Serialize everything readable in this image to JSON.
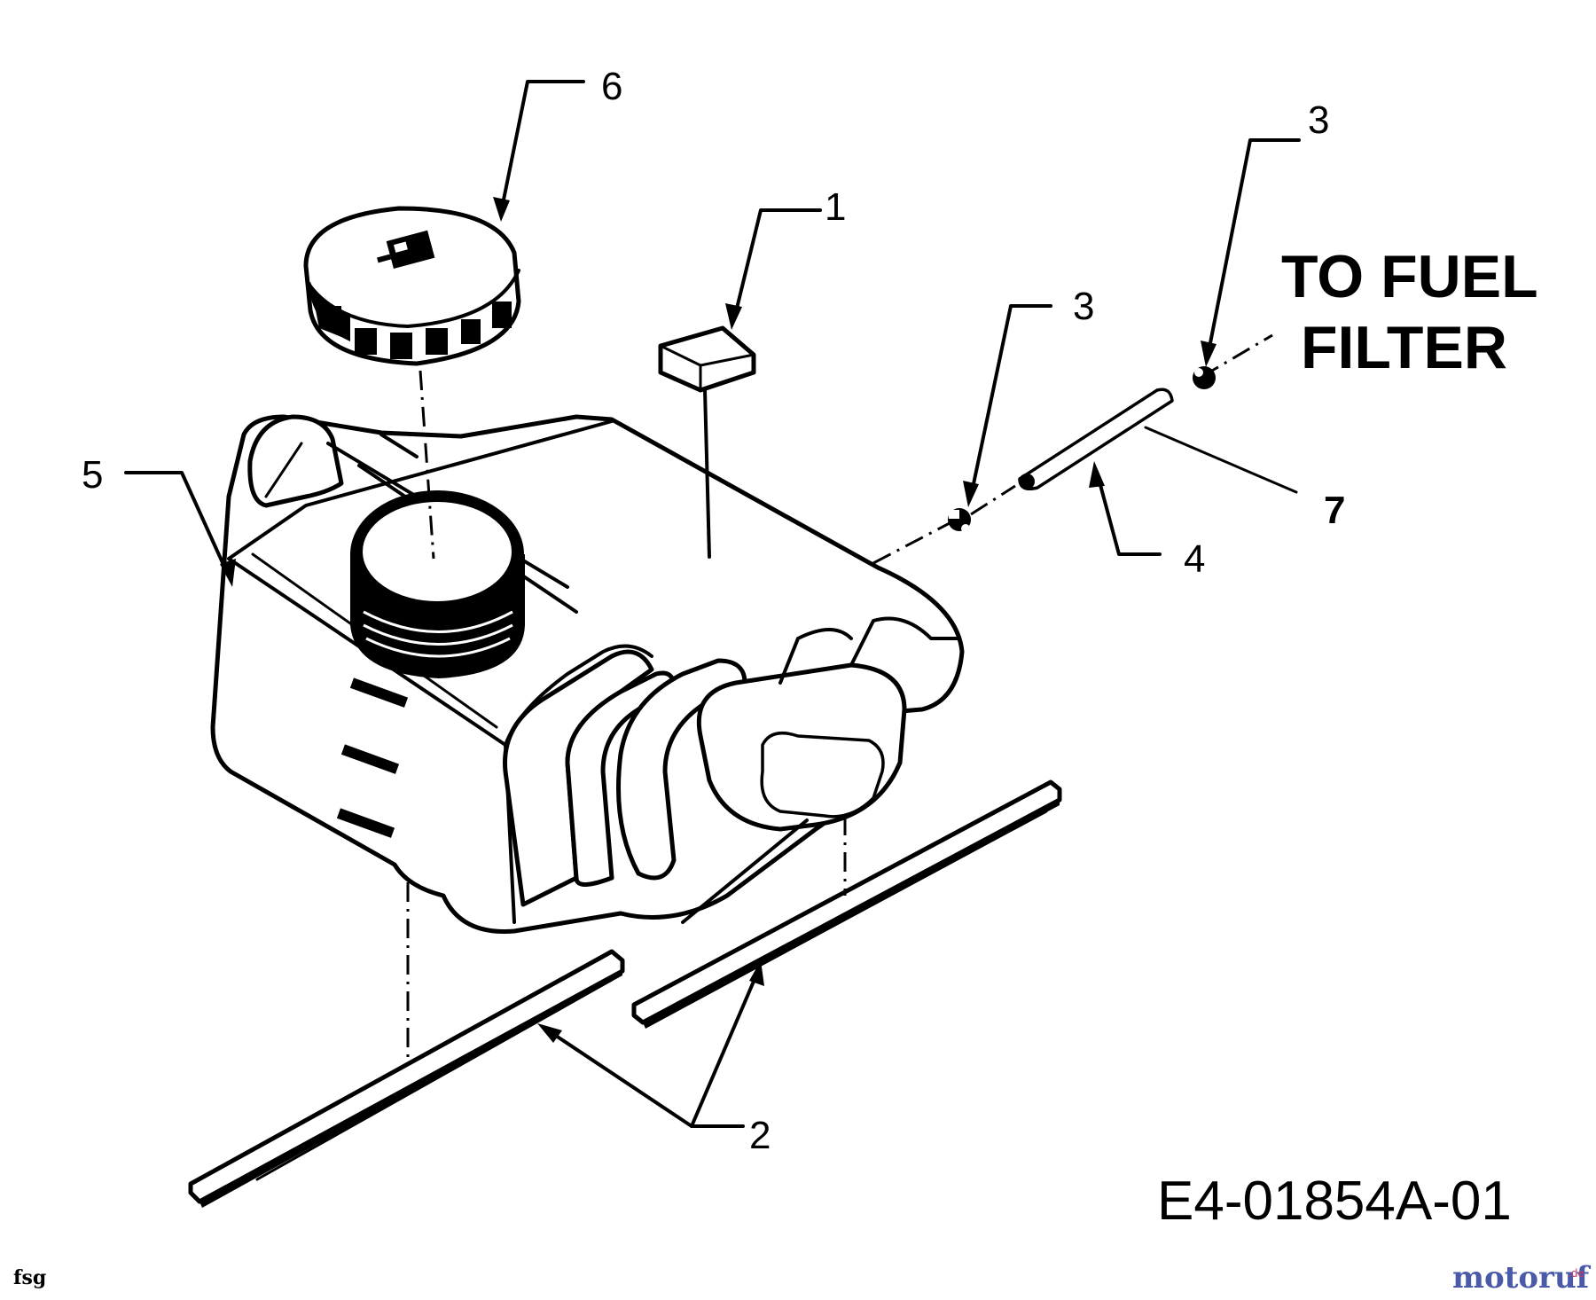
{
  "diagram": {
    "callouts": [
      {
        "id": "callout-1",
        "text": "1"
      },
      {
        "id": "callout-2",
        "text": "2"
      },
      {
        "id": "callout-3a",
        "text": "3"
      },
      {
        "id": "callout-3b",
        "text": "3"
      },
      {
        "id": "callout-4",
        "text": "4"
      },
      {
        "id": "callout-5",
        "text": "5"
      },
      {
        "id": "callout-6",
        "text": "6"
      },
      {
        "id": "callout-7",
        "text": "7"
      }
    ],
    "note_line1": "TO FUEL",
    "note_line2": "FILTER",
    "drawing_code": "E4-01854A-01",
    "corner_mark": "fsg",
    "watermark": {
      "main": "motoruf",
      "tld": ".de",
      "color_primary": "#4a5aa8",
      "color_secondary": "#c23a6a"
    }
  }
}
